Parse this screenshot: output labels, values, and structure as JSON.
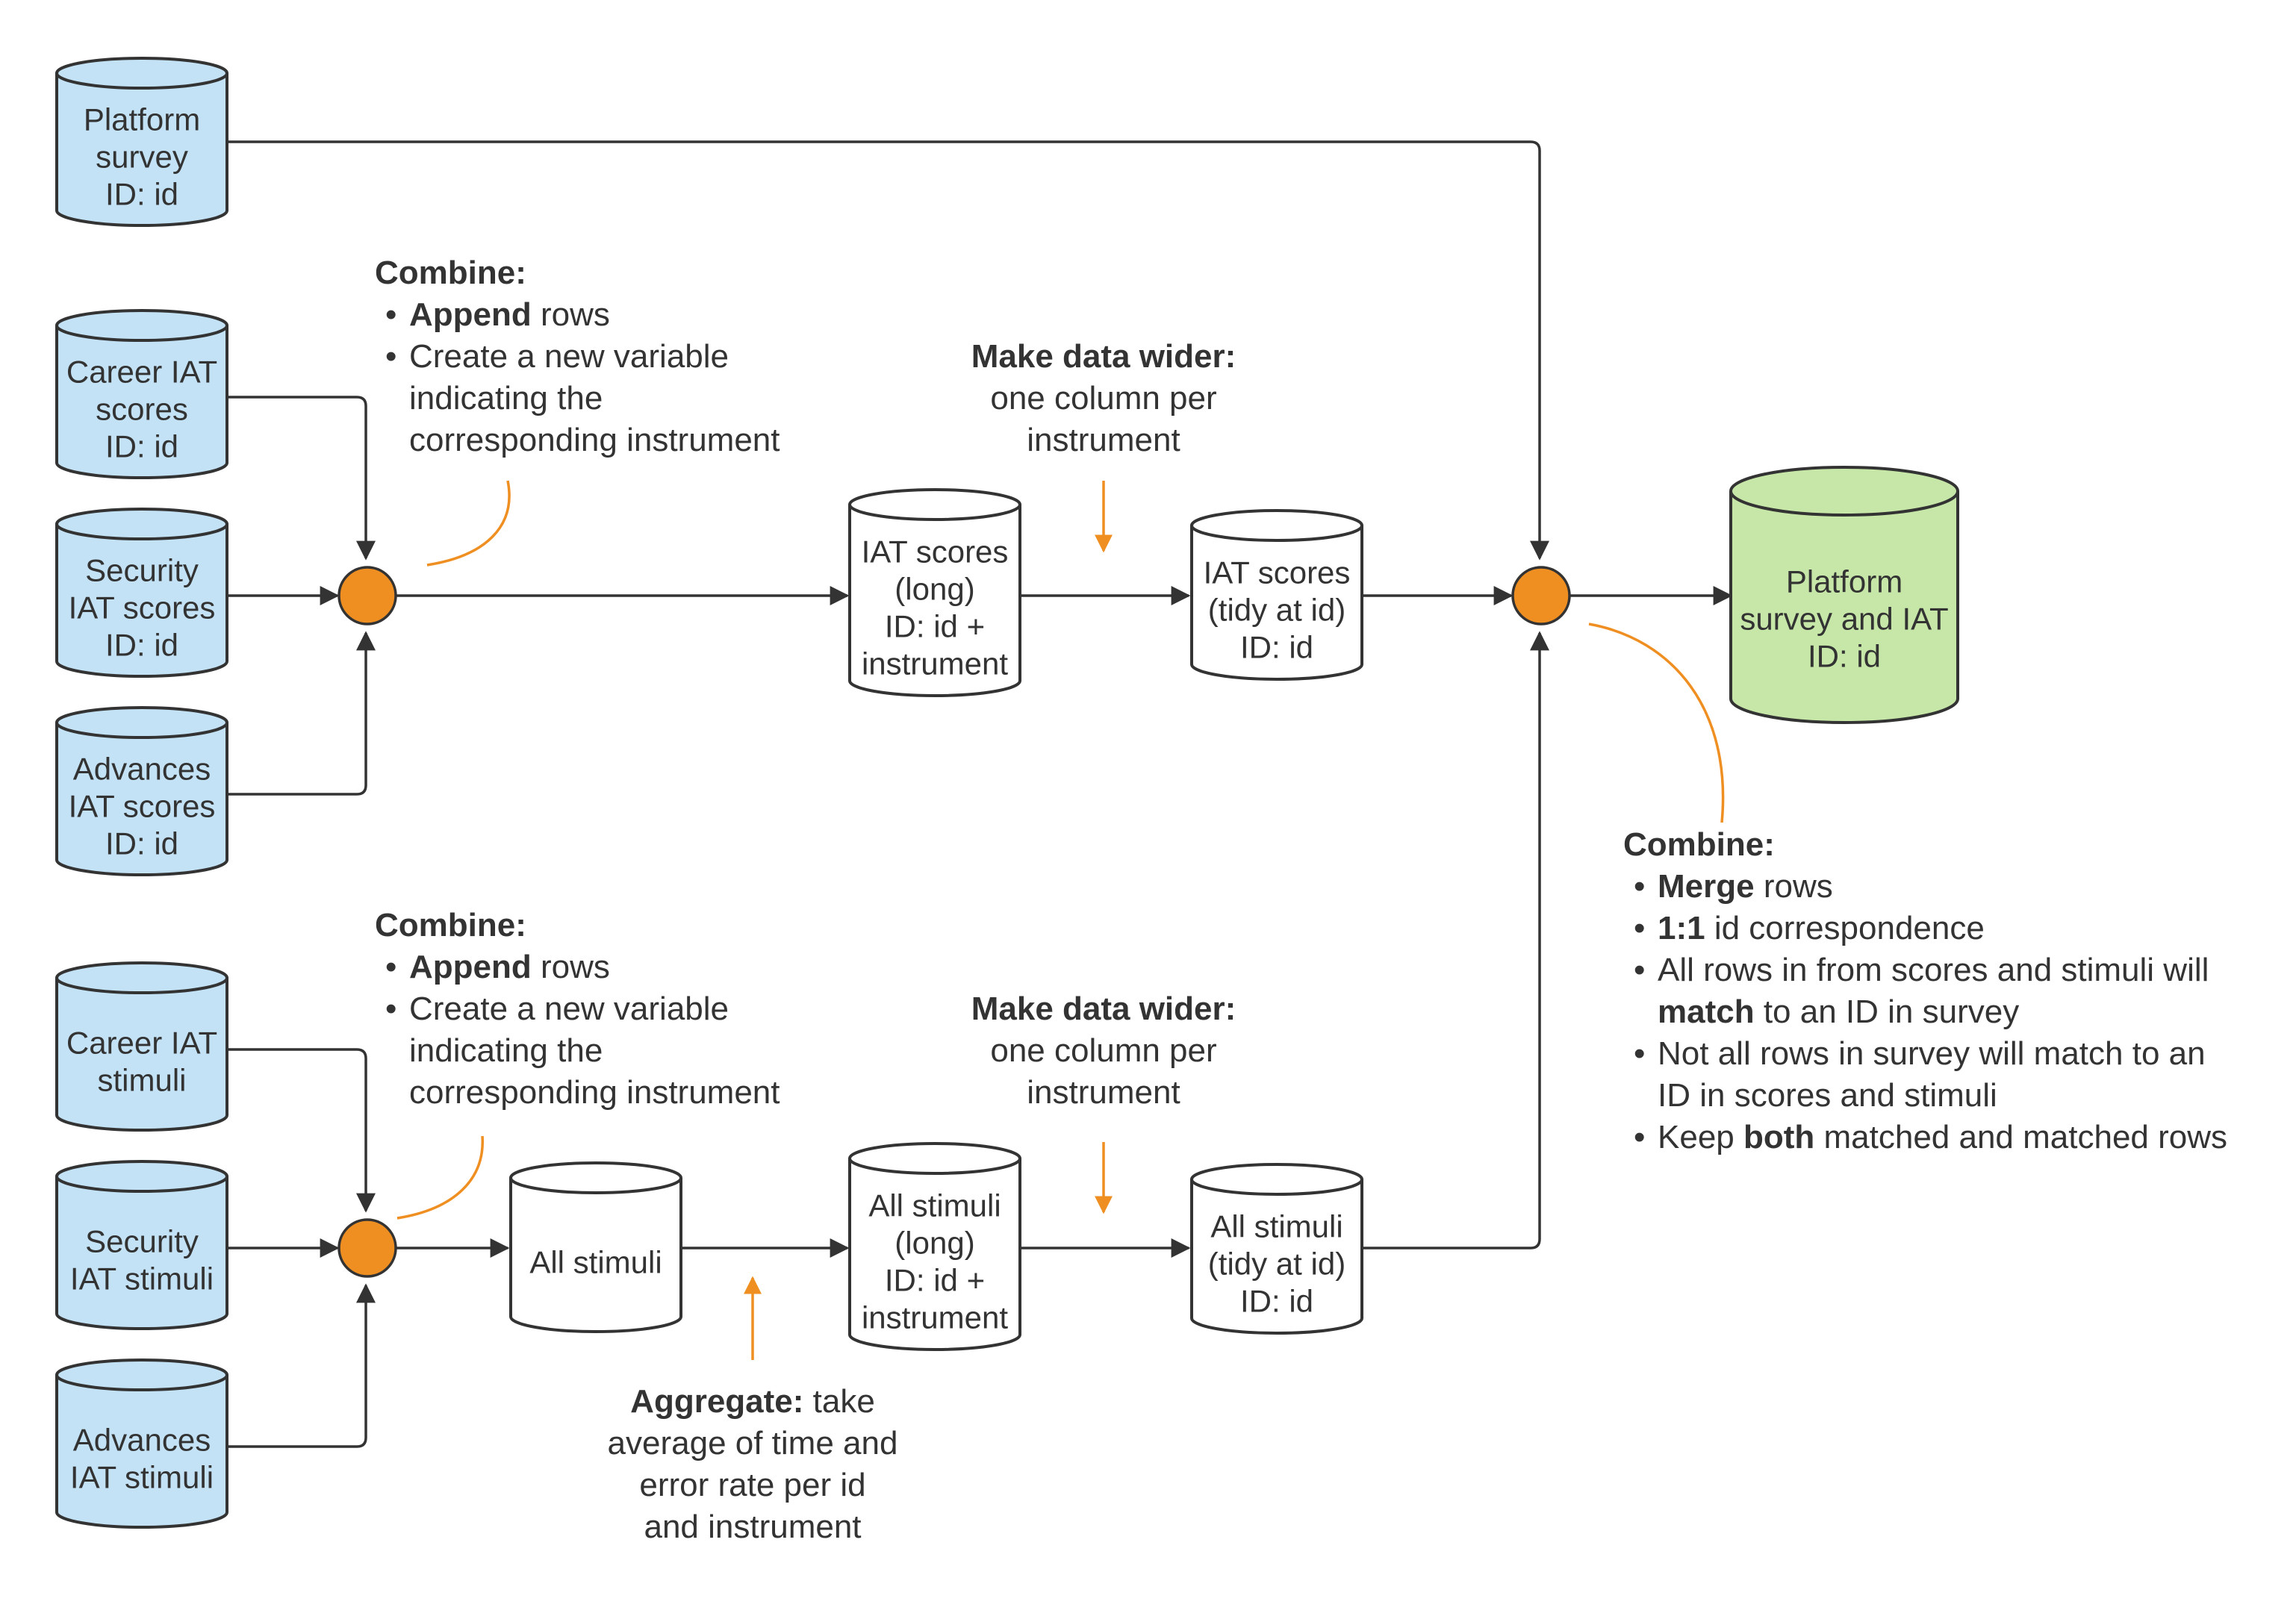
{
  "colors": {
    "source_fill": "#c3e2f5",
    "result_fill": "#c6e7a8",
    "intermediate_fill": "#ffffff",
    "join_fill": "#ef8f22",
    "annotation": "#ef8f22",
    "line": "#333333"
  },
  "nodes": {
    "platform_survey": [
      "Platform",
      "survey",
      "ID: id"
    ],
    "career_iat_scores": [
      "Career IAT",
      "scores",
      "ID: id"
    ],
    "security_iat_scores": [
      "Security",
      "IAT scores",
      "ID: id"
    ],
    "advances_iat_scores": [
      "Advances",
      "IAT scores",
      "ID: id"
    ],
    "iat_scores_long": [
      "IAT scores",
      "(long)",
      "ID: id +",
      "instrument"
    ],
    "iat_scores_tidy": [
      "IAT scores",
      "(tidy at id)",
      "ID: id"
    ],
    "platform_survey_iat": [
      "Platform",
      "survey and IAT",
      "ID: id"
    ],
    "career_iat_stimuli": [
      "Career IAT",
      "stimuli"
    ],
    "security_iat_stimuli": [
      "Security",
      "IAT stimuli"
    ],
    "advances_iat_stimuli": [
      "Advances",
      "IAT stimuli"
    ],
    "all_stimuli": [
      "All stimuli"
    ],
    "all_stimuli_long": [
      "All stimuli",
      "(long)",
      "ID: id +",
      "instrument"
    ],
    "all_stimuli_tidy": [
      "All stimuli",
      "(tidy at id)",
      "ID: id"
    ]
  },
  "notes": {
    "combine_scores": {
      "title": "Combine:",
      "bullet1_bold": "Append",
      "bullet1_rest": " rows",
      "bullet2": [
        "Create a new variable",
        "indicating the",
        "corresponding instrument"
      ]
    },
    "wider_scores": {
      "title": "Make data wider:",
      "lines": [
        "one column per",
        "instrument"
      ]
    },
    "combine_stimuli": {
      "title": "Combine:",
      "bullet1_bold": "Append",
      "bullet1_rest": " rows",
      "bullet2": [
        "Create a new variable",
        "indicating the",
        "corresponding instrument"
      ]
    },
    "wider_stimuli": {
      "title": "Make data wider:",
      "lines": [
        "one column per",
        "instrument"
      ]
    },
    "aggregate": {
      "title": "Aggregate:",
      "title_rest": " take",
      "lines": [
        "average of time and",
        "error rate per id",
        "and instrument"
      ]
    },
    "merge": {
      "title": "Combine:",
      "b1_bold": "Merge",
      "b1_rest": " rows",
      "b2_bold": "1:1",
      "b2_rest": " id correspondence",
      "b3_line1": "All rows in from scores and stimuli will",
      "b3_bold": "match",
      "b3_rest": " to an ID in survey",
      "b4_line1": "Not all rows in survey will match to an",
      "b4_line2": "ID in scores and stimuli",
      "b5_pre": "Keep ",
      "b5_bold": "both",
      "b5_rest": " matched and matched rows"
    }
  }
}
